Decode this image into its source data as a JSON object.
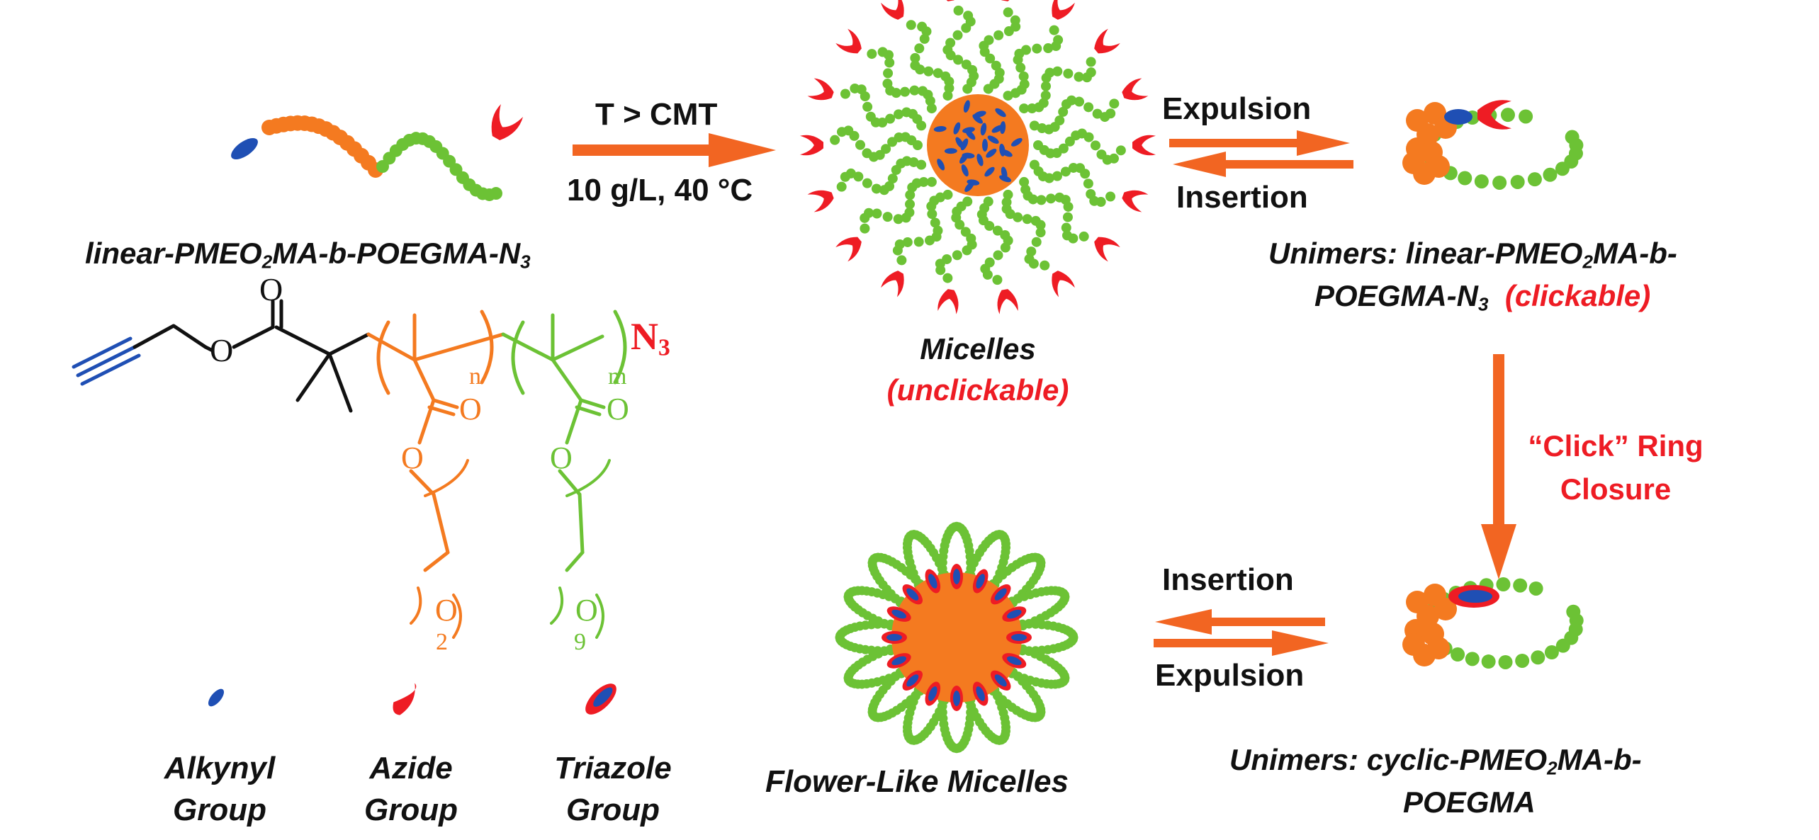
{
  "colors": {
    "pmeo2ma": "#f47a20",
    "poegma": "#6cc235",
    "alkyne": "#1f4fb4",
    "azide": "#ee1c24",
    "arrow": "#f26522",
    "text": "#111111"
  },
  "labels": {
    "linear_polymer": {
      "a": "linear-PMEO",
      "s1": "2",
      "b": "MA-b-POEGMA-N",
      "s2": "3"
    },
    "arrow1_top": "T > CMT",
    "arrow1_bottom": "10 g/L, 40 °C",
    "micelles": "Micelles",
    "unclickable": "(unclickable)",
    "expulsion_top": "Expulsion",
    "insertion_top": "Insertion",
    "unimers_linear": {
      "a": "Unimers: linear-PMEO",
      "s1": "2",
      "b": "MA-b-",
      "c": "POEGMA-N",
      "s2": "3",
      "clickable": "(clickable)"
    },
    "click_ring": {
      "line1": "“Click” Ring",
      "line2": "Closure"
    },
    "insertion_bottom": "Insertion",
    "expulsion_bottom": "Expulsion",
    "flower_micelles": "Flower-Like Micelles",
    "unimers_cyclic": {
      "a": "Unimers: cyclic-PMEO",
      "s1": "2",
      "b": "MA-b-",
      "c": "POEGMA"
    },
    "legend_alkynyl": {
      "line1": "Alkynyl",
      "line2": "Group"
    },
    "legend_azide": {
      "line1": "Azide",
      "line2": "Group"
    },
    "legend_triazole": {
      "line1": "Triazole",
      "line2": "Group"
    }
  },
  "structure": {
    "carbonyl_o": "O",
    "ester_o": "O",
    "n": "n",
    "m": "m",
    "n3": "N",
    "n3_sub": "3",
    "o_left_1": "O",
    "o_left_2": "O",
    "o_left_3": "O",
    "sub_left": "2",
    "o_right_1": "O",
    "o_right_2": "O",
    "o_right_3": "O",
    "sub_right": "9"
  }
}
